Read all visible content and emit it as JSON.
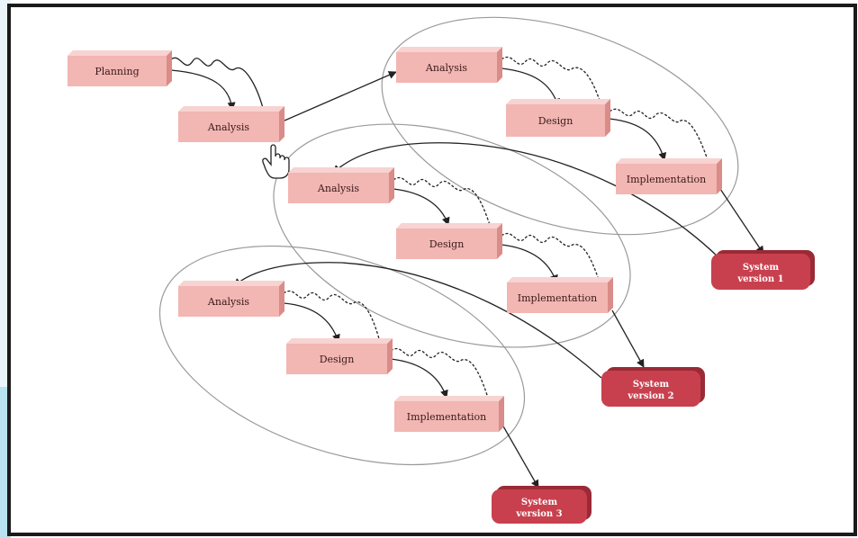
{
  "diagram": {
    "phases": {
      "planning": "Planning",
      "analysis": "Analysis",
      "design": "Design",
      "implementation": "Implementation"
    },
    "systems": [
      {
        "line1": "System",
        "line2": "version 1"
      },
      {
        "line1": "System",
        "line2": "version 2"
      },
      {
        "line1": "System",
        "line2": "version 3"
      }
    ],
    "colors": {
      "box_face": "#f2b6b3",
      "box_side": "#d98c88",
      "box_top": "#f7d3d1",
      "system_fill": "#c8404e",
      "system_side": "#9a2a35",
      "line": "#333333",
      "frame_left_accent": "#cfe9f3"
    },
    "icons": [
      "hand-pointer-icon"
    ]
  }
}
